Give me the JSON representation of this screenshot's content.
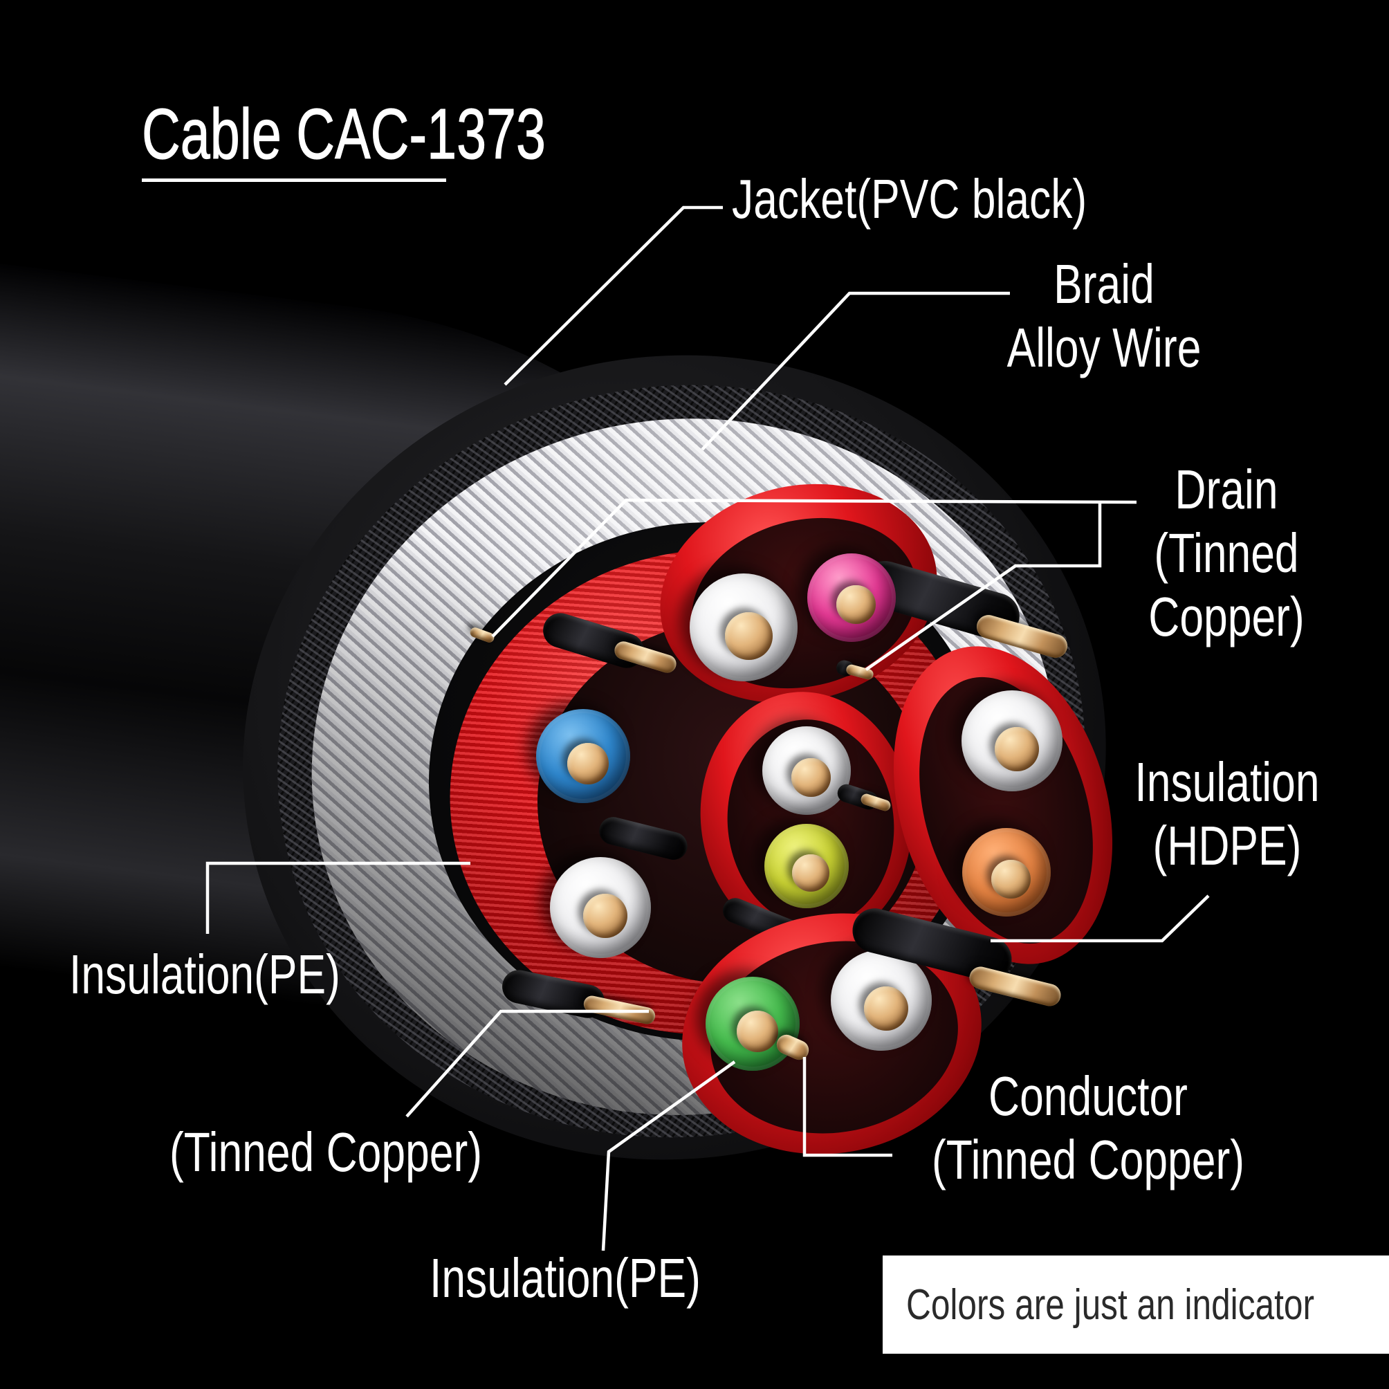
{
  "title": "Cable CAC-1373",
  "labels": {
    "jacket": "Jacket(PVC black)",
    "braid": [
      "Braid",
      "Alloy Wire"
    ],
    "drain": [
      "Drain",
      "(Tinned",
      "Copper)"
    ],
    "insulation_hdpe": [
      "Insulation",
      "(HDPE)"
    ],
    "insulation_pe_left": "Insulation(PE)",
    "tinned_copper_left": "(Tinned Copper)",
    "insulation_pe_bottom": "Insulation(PE)",
    "conductor": [
      "Conductor",
      "(Tinned Copper)"
    ],
    "note": "Colors are just an indicator"
  },
  "diagram": {
    "subject": "cable cross-section",
    "parts": [
      {
        "name": "Jacket",
        "material": "PVC black"
      },
      {
        "name": "Braid",
        "material": "Alloy Wire"
      },
      {
        "name": "Drain",
        "material": "Tinned Copper"
      },
      {
        "name": "Insulation",
        "material": "HDPE"
      },
      {
        "name": "Insulation",
        "material": "PE"
      },
      {
        "name": "Conductor",
        "material": "Tinned Copper"
      }
    ],
    "wires": [
      {
        "name": "white-top",
        "color": "#f0f0f2"
      },
      {
        "name": "pink",
        "color": "#e83a96"
      },
      {
        "name": "blue",
        "color": "#2f88cf"
      },
      {
        "name": "white-left",
        "color": "#f0f0f2"
      },
      {
        "name": "white-middle",
        "color": "#f0f0f2"
      },
      {
        "name": "yellow",
        "color": "#ccd534"
      },
      {
        "name": "white-right",
        "color": "#f0f0f2"
      },
      {
        "name": "orange",
        "color": "#e88544"
      },
      {
        "name": "green",
        "color": "#46bd4e"
      },
      {
        "name": "white-bottom",
        "color": "#f0f0f2"
      }
    ],
    "colors": {
      "shield_red": "#d01016",
      "copper": "#d3a468",
      "braid_silver": "#d6d6da",
      "jacket_black": "#151517",
      "background": "#000000",
      "label_text": "#ffffff",
      "note_text": "#2a2a2a",
      "note_bg": "#ffffff"
    }
  }
}
